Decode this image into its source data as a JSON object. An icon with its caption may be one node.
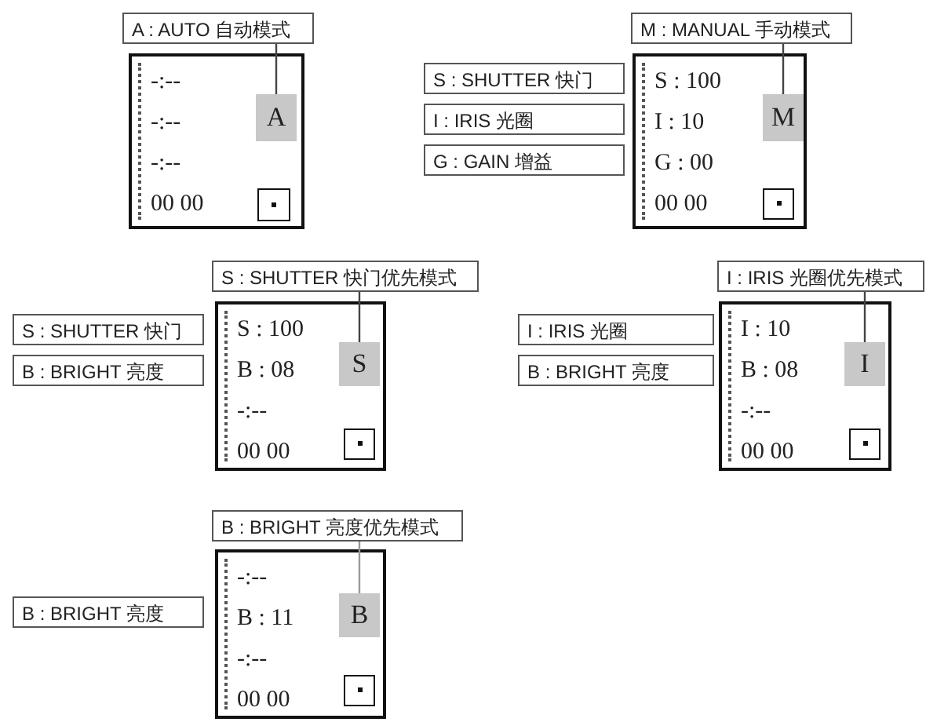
{
  "diagram": {
    "nodes": [
      {
        "text": [
          "A : AUTO 自动模式"
        ]
      },
      {
        "text": [
          "-:--",
          "-:--",
          "-:--",
          "00 00"
        ]
      },
      {
        "text": [
          "A"
        ],
        "in": 1
      },
      {
        "text": [],
        "shape": "box",
        "in": 1
      },
      {
        "text": [
          "M : MANUAL 手动模式"
        ]
      },
      {
        "text": [
          "S : SHUTTER 快门"
        ]
      },
      {
        "text": [
          "I : IRIS 光圈"
        ]
      },
      {
        "text": [
          "G : GAIN 增益"
        ]
      },
      {
        "text": [
          "S : 100",
          "I : 10",
          "G : 00",
          "00 00"
        ]
      },
      {
        "text": [
          "M"
        ],
        "in": 8
      },
      {
        "text": [],
        "shape": "box",
        "in": 8
      },
      {
        "text": [
          "S : SHUTTER 快门优先模式"
        ]
      },
      {
        "text": [
          "S : SHUTTER 快门"
        ]
      },
      {
        "text": [
          "B : BRIGHT 亮度"
        ]
      },
      {
        "text": [
          "S : 100",
          "B : 08",
          "-:--",
          "00 00"
        ]
      },
      {
        "text": [
          "S"
        ],
        "in": 14
      },
      {
        "text": [],
        "shape": "box",
        "in": 14
      },
      {
        "text": [
          "I : IRIS 光圈优先模式"
        ]
      },
      {
        "text": [
          "I : IRIS 光圈"
        ]
      },
      {
        "text": [
          "B : BRIGHT 亮度"
        ]
      },
      {
        "text": [
          "I : 10",
          "B : 08",
          "-:--",
          "00 00"
        ]
      },
      {
        "text": [
          "I"
        ],
        "in": 20
      },
      {
        "text": [],
        "shape": "box",
        "in": 20
      },
      {
        "text": [
          "B : BRIGHT 亮度优先模式"
        ]
      },
      {
        "text": [
          "B : BRIGHT 亮度"
        ]
      },
      {
        "text": [
          "-:--",
          "B : 11",
          "-:--",
          "00 00"
        ]
      },
      {
        "text": [
          "B"
        ],
        "in": 25
      },
      {
        "text": [],
        "shape": "box",
        "in": 25
      }
    ],
    "edges": [
      {
        "from": 0,
        "to": 2,
        "arrow": "none"
      },
      {
        "from": 4,
        "to": 9,
        "arrow": "none"
      },
      {
        "from": 11,
        "to": 15,
        "arrow": "none"
      },
      {
        "from": 17,
        "to": 21,
        "arrow": "none"
      },
      {
        "from": 23,
        "to": 26,
        "arrow": "none",
        "color": "#999999"
      }
    ]
  }
}
